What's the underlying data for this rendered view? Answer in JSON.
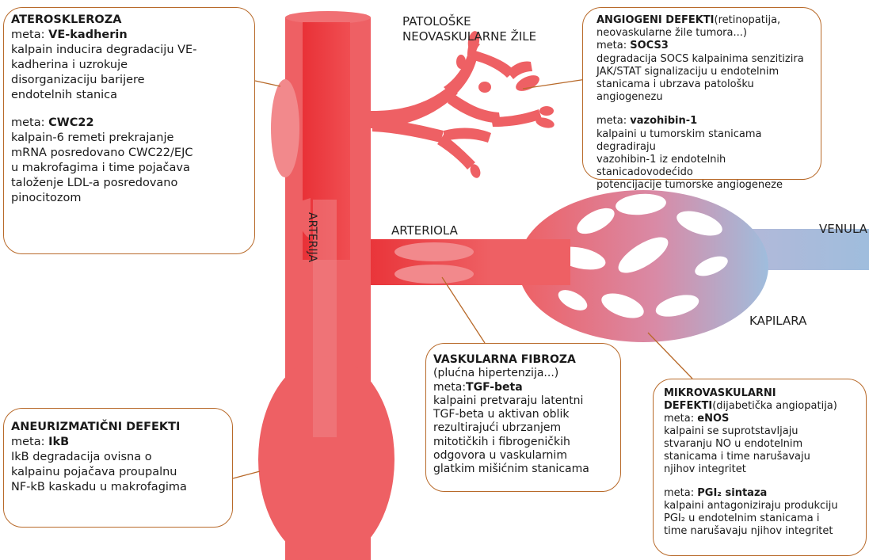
{
  "labels": {
    "pathological_line1": "PATOLOŠKE",
    "pathological_line2": "NEOVASKULARNE ŽILE",
    "arterija": "ARTERIJA",
    "arteriola": "ARTERIOLA",
    "venula": "VENULA",
    "kapilara": "KAPILARA"
  },
  "colors": {
    "artery": "#ee6064",
    "artery_dark": "#e93338",
    "artery_light": "#f2898c",
    "vein": "#9fbddd",
    "border": "#b86a2a"
  },
  "boxes": {
    "athero": {
      "title": "ATEROSKLEROZA",
      "t1_label": "meta: ",
      "t1_name": "VE-kadherin",
      "t1_lines": [
        "kalpain inducira degradaciju VE-",
        "kadherina i uzrokuje",
        "disorganizaciju barijere",
        "endotelnih stanica"
      ],
      "t2_label": "meta: ",
      "t2_name": "CWC22",
      "t2_lines": [
        "kalpain-6 remeti prekrajanje",
        "mRNA posredovano CWC22/EJC",
        "u makrofagima i time pojačava",
        "taloženje LDL-a posredovano",
        "pinocitozom"
      ]
    },
    "angio": {
      "title": "ANGIOGENI DEFEKTI",
      "title_rest": "(retinopatija,",
      "title_line2": "neovaskularne žile tumora...)",
      "t1_label": "meta: ",
      "t1_name": "SOCS3",
      "t1_lines": [
        "degradacija SOCS kalpainima senzitizira",
        "JAK/STAT signalizaciju u endotelnim",
        "stanicama i ubrzava    patološku",
        "angiogenezu"
      ],
      "t2_label": "meta: ",
      "t2_name": "vazohibin-1",
      "t2_lines": [
        "kalpaini u tumorskim stanicama degradiraju",
        "vazohibin-1 iz endotelnih stanicadovodećido",
        "potencijacije tumorske angiogeneze"
      ]
    },
    "aneur": {
      "title": "ANEURIZMATIČNI DEFEKTI",
      "t1_label": "meta: ",
      "t1_name": "IkB",
      "t1_lines": [
        "IkB degradacija ovisna o",
        "kalpainu pojačava proupalnu",
        "NF-kB kaskadu u makrofagima"
      ]
    },
    "fibro": {
      "title": "VASKULARNA FIBROZA",
      "subtitle": "(plućna hipertenzija...)",
      "t1_label": "meta:",
      "t1_name": "TGF-beta",
      "t1_lines": [
        "kalpaini pretvaraju latentni",
        "TGF-beta u aktivan oblik",
        "rezultirajući ubrzanjem",
        "mitotičkih i fibrogeničkih",
        "odgovora u vaskularnim",
        "glatkim mišićnim stanicama"
      ]
    },
    "micro": {
      "title": "MIKROVASKULARNI",
      "title2": "DEFEKTI",
      "title2_rest": "(dijabetička angiopatija)",
      "t1_label": "meta: ",
      "t1_name": "eNOS",
      "t1_lines": [
        "kalpaini se suprotstavljaju",
        "stvaranju NO u endotelnim",
        "stanicama i time narušavaju",
        "njihov integritet"
      ],
      "t2_label": "meta: ",
      "t2_name": "PGI₂ sintaza",
      "t2_lines": [
        "kalpaini antagoniziraju produkciju",
        "PGI₂ u endotelnim stanicama i",
        "time narušavaju njihov integritet"
      ]
    }
  }
}
